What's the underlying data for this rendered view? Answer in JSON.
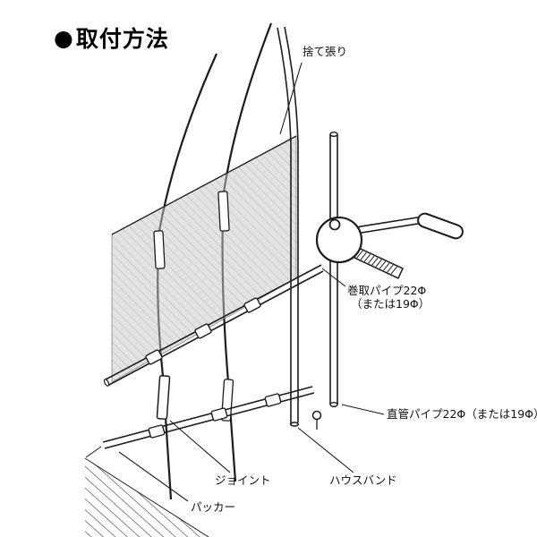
{
  "title": {
    "bullet": "●",
    "text": "取付方法"
  },
  "annotations": {
    "sutebari": {
      "label": "捨て張り"
    },
    "makitori": {
      "label_line1": "巻取パイプ22Φ",
      "label_line2": "（または19Φ）"
    },
    "chokkan": {
      "label": "直管パイプ22Φ（または19Φ）"
    },
    "joint": {
      "label": "ジョイント"
    },
    "houseband": {
      "label": "ハウスバンド"
    },
    "packer": {
      "label": "パッカー"
    }
  },
  "colors": {
    "ink": "#1c1c1c",
    "sheet_fill": "#c8c8c8",
    "hatch_fine": "#8f8f8f",
    "hatch_wide": "#555555",
    "background": "#ffffff"
  }
}
